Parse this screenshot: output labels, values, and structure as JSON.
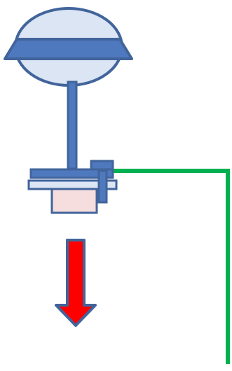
{
  "diagram": {
    "components": [
      {
        "id": "antenna-dome",
        "icon": "dome-icon"
      },
      {
        "id": "antenna-mount-band",
        "icon": "band-icon"
      },
      {
        "id": "support-pole",
        "icon": "pole-icon"
      },
      {
        "id": "mount-plate",
        "icon": "plate-icon"
      },
      {
        "id": "mount-clamp",
        "icon": "clamp-icon"
      },
      {
        "id": "sensor-block",
        "icon": "block-icon"
      },
      {
        "id": "cable",
        "icon": "cable-icon"
      },
      {
        "id": "down-arrow",
        "icon": "arrow-down-icon"
      }
    ],
    "colors": {
      "outline": "#41649b",
      "fill_blue": "#4f79be",
      "fill_light_blue": "#dbe5f3",
      "fill_pink": "#f6dede",
      "cable_green": "#00b050",
      "arrow_red": "#ff0000"
    }
  }
}
